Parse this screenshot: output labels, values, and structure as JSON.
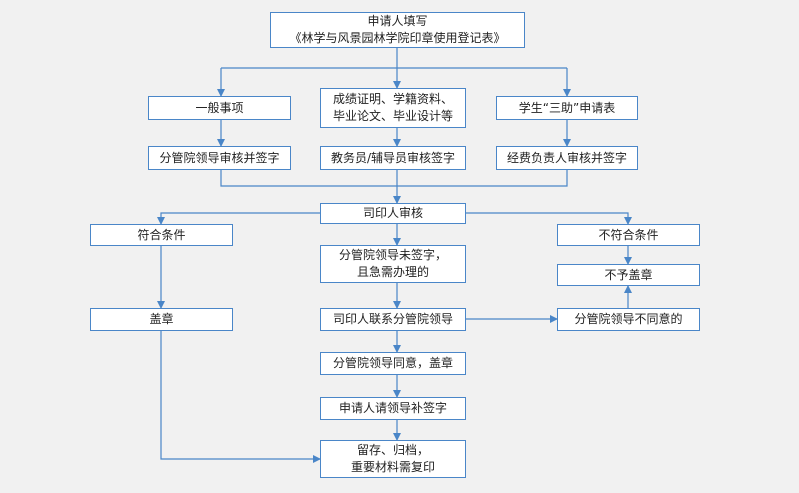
{
  "colors": {
    "line": "#4a86c8",
    "box_border": "#4a86c8",
    "box_fill": "#ffffff",
    "background": "#f1f1f1",
    "text": "#222222"
  },
  "nodes": {
    "apply": "申请人填写\n《林学与风景园林学院印章使用登记表》",
    "general": "一般事项",
    "transcript": "成绩证明、学籍资料、\n毕业论文、毕业设计等",
    "student_form": "学生“三助”申请表",
    "dept_leader_sign": "分管院领导审核并签字",
    "academic_sign": "教务员/辅导员审核签字",
    "funding_sign": "经费负责人审核并签字",
    "seal_review": "司印人审核",
    "meets": "符合条件",
    "unsigned_urgent": "分管院领导未签字，\n且急需办理的",
    "not_meets": "不符合条件",
    "no_stamp": "不予盖章",
    "stamp": "盖章",
    "contact_leader": "司印人联系分管院领导",
    "leader_disagree": "分管院领导不同意的",
    "leader_agree_stamp": "分管院领导同意，盖章",
    "applicant_supplement": "申请人请领导补签字",
    "archive": "留存、归档，\n重要材料需复印"
  }
}
